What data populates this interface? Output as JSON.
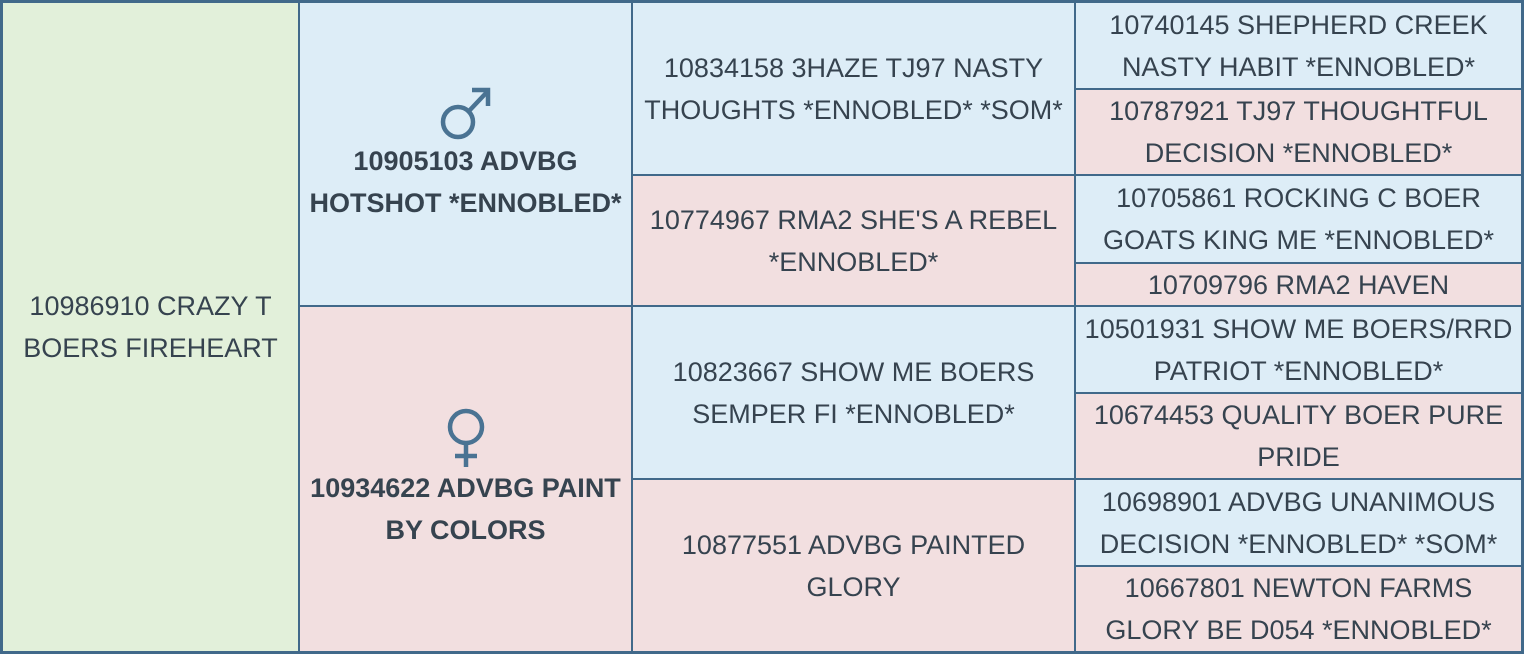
{
  "subject": {
    "label": "10986910 CRAZY T BOERS FIREHEART"
  },
  "sire": {
    "label": "10905103 ADVBG HOTSHOT *ENNOBLED*",
    "icon": "male-symbol-icon"
  },
  "dam": {
    "label": "10934622 ADVBG PAINT BY COLORS",
    "icon": "female-symbol-icon"
  },
  "grandparents": [
    {
      "label": "10834158 3HAZE TJ97 NASTY THOUGHTS *ENNOBLED* *SOM*"
    },
    {
      "label": "10774967 RMA2 SHE'S A REBEL *ENNOBLED*"
    },
    {
      "label": "10823667 SHOW ME BOERS SEMPER FI *ENNOBLED*"
    },
    {
      "label": "10877551 ADVBG PAINTED GLORY"
    }
  ],
  "great_grandparents": [
    {
      "label": "10740145 SHEPHERD CREEK NASTY HABIT *ENNOBLED*"
    },
    {
      "label": "10787921 TJ97 THOUGHTFUL DECISION *ENNOBLED*"
    },
    {
      "label": "10705861 ROCKING C BOER GOATS KING ME *ENNOBLED*"
    },
    {
      "label": "10709796 RMA2 HAVEN"
    },
    {
      "label": "10501931 SHOW ME BOERS/RRD PATRIOT *ENNOBLED*"
    },
    {
      "label": "10674453 QUALITY BOER PURE PRIDE"
    },
    {
      "label": "10698901 ADVBG UNANIMOUS DECISION *ENNOBLED* *SOM*"
    },
    {
      "label": "10667801 NEWTON FARMS GLORY BE D054 *ENNOBLED*"
    }
  ],
  "colors": {
    "border": "#41698a",
    "subject": "#e2f0da",
    "male": "#ddedf7",
    "female": "#f2dfe0",
    "text": "#36434f",
    "symbol": "#4a7393"
  }
}
